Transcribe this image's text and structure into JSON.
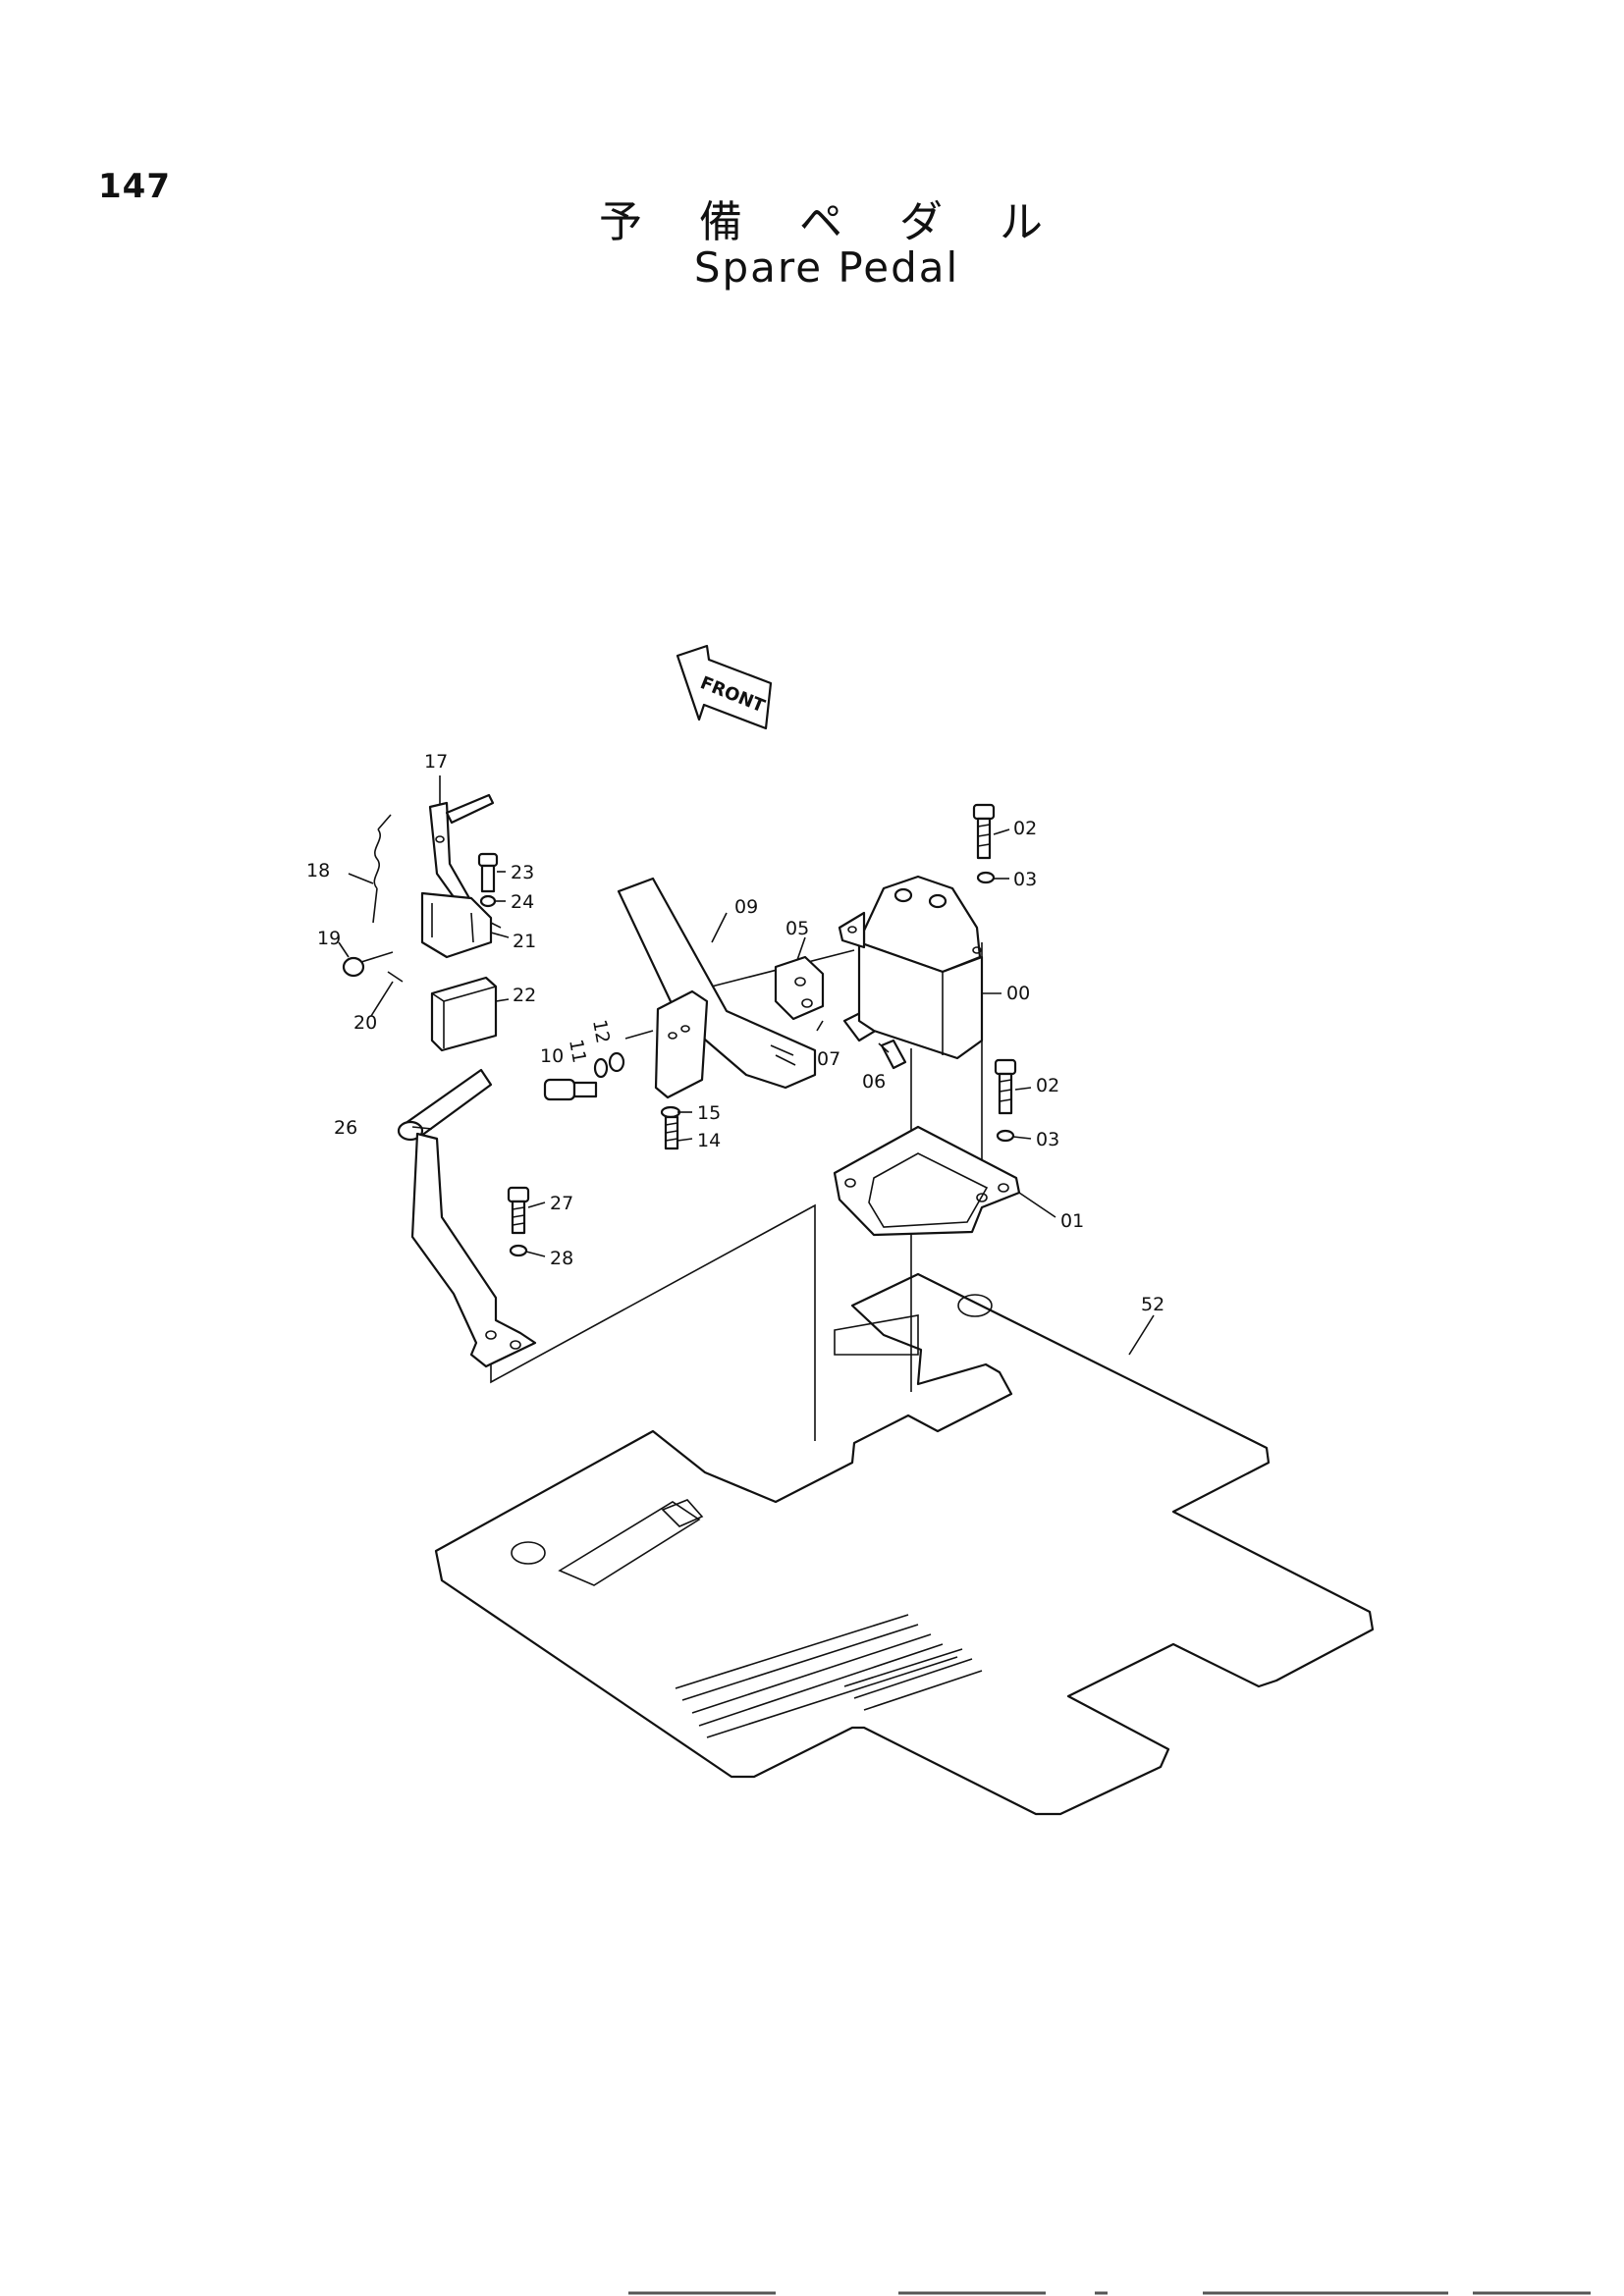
{
  "page": {
    "number": "147",
    "title_ja": "予 備 ペ ダ ル",
    "title_en": "Spare Pedal"
  },
  "diagram": {
    "direction_marker": "FRONT",
    "callouts": [
      "00",
      "01",
      "02",
      "03",
      "02",
      "03",
      "05",
      "06",
      "07",
      "09",
      "10",
      "11",
      "12",
      "14",
      "15",
      "17",
      "18",
      "19",
      "20",
      "21",
      "22",
      "23",
      "24",
      "26",
      "27",
      "28",
      "52"
    ]
  }
}
